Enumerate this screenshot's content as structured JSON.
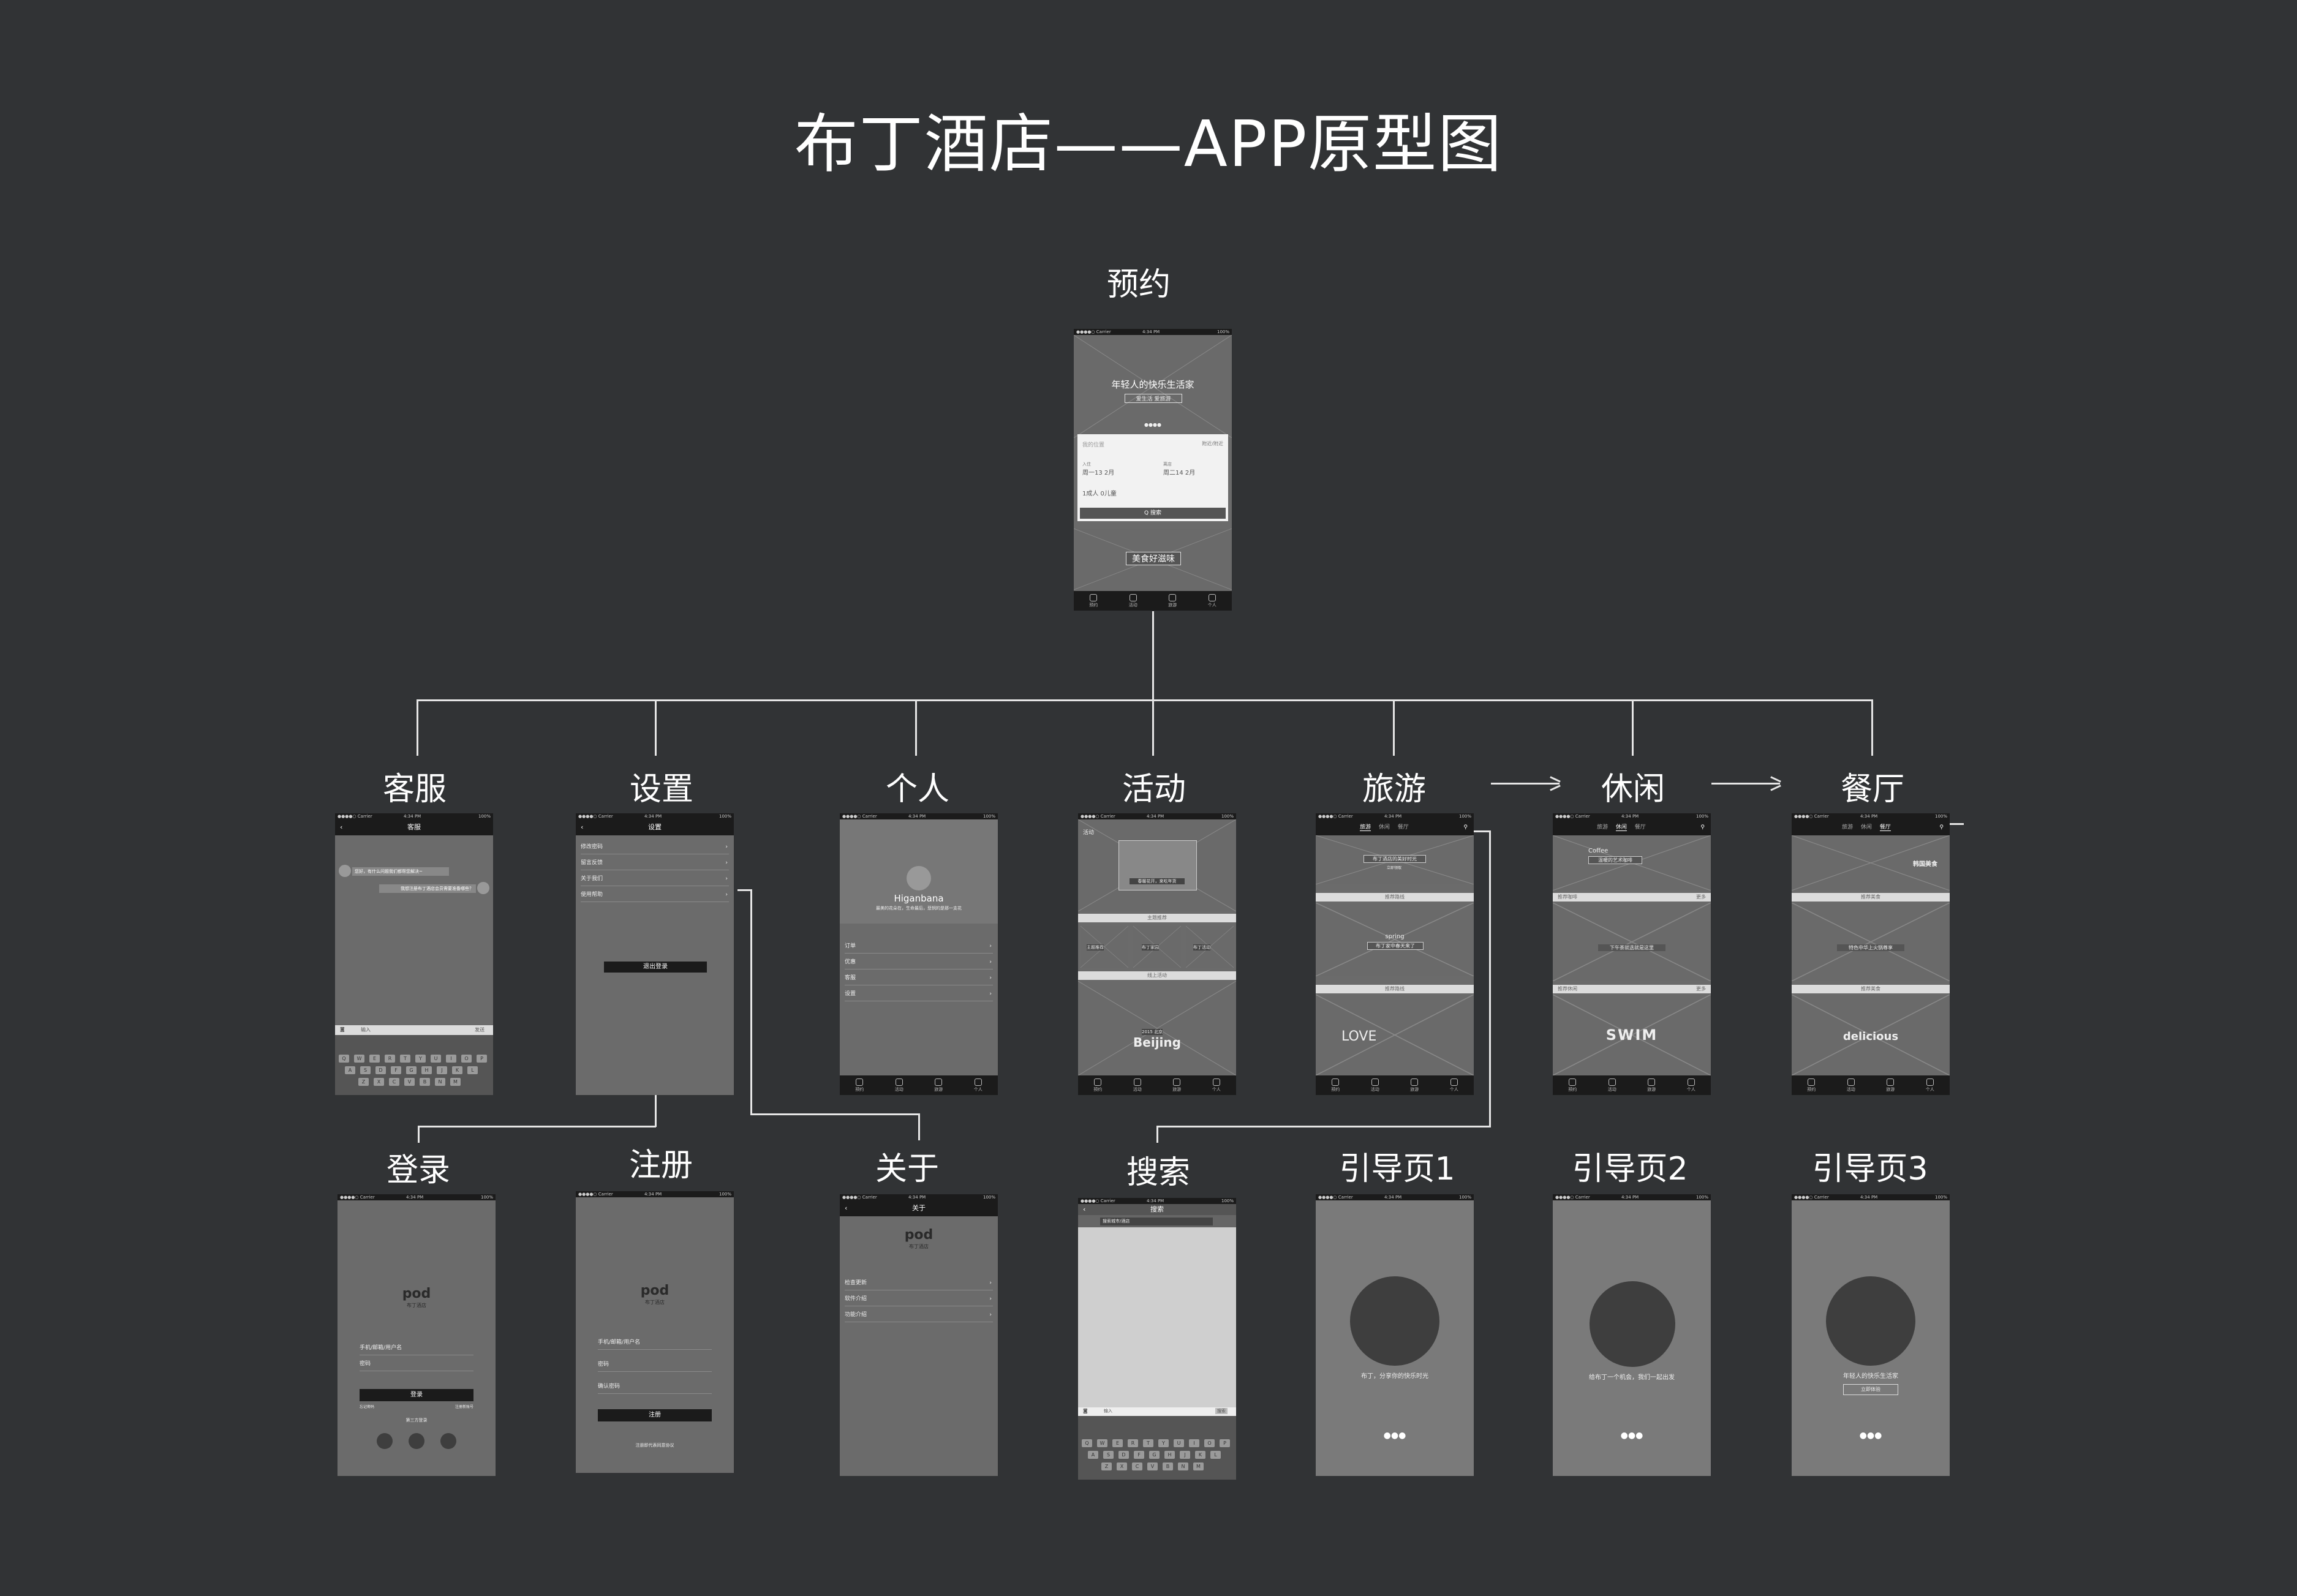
{
  "title": "布丁酒店——APP原型图",
  "labels": {
    "yuyue": "预约",
    "kefu": "客服",
    "shezhi": "设置",
    "geren": "个人",
    "huodong": "活动",
    "lvyou": "旅游",
    "xiuxian": "休闲",
    "canting": "餐厅",
    "denglu": "登录",
    "zhuce": "注册",
    "guanyu": "关于",
    "sousuo": "搜索",
    "yindao1": "引导页1",
    "yindao2": "引导页2",
    "yindao3": "引导页3"
  },
  "status": {
    "carrier": "●●●●○ Carrier",
    "time": "4:34 PM",
    "battery": "100%"
  },
  "tabs": [
    "预约",
    "活动",
    "旅游",
    "个人"
  ],
  "booking": {
    "slogan": "年轻人的快乐生活家",
    "tags": "爱生活  爱旅游",
    "search_ph": "我的位置",
    "near": "附近/附近",
    "checkin_label": "入住",
    "checkin": "周一13 2月",
    "checkout_label": "离店",
    "checkout": "周二14 2月",
    "guests": "1成人 0儿童",
    "search_btn": "Q 搜索",
    "promo": "美食好滋味"
  },
  "kefu": {
    "title": "客服",
    "msg1": "您好，有什么问题我们都帮您解决~",
    "msg2": "我想注册布丁酒店会员需要准备哪些？",
    "input": "输入",
    "send": "发送"
  },
  "settings": {
    "title": "设置",
    "items": [
      "修改密码",
      "留言反馈",
      "关于我们",
      "使用帮助"
    ],
    "logout": "退出登录"
  },
  "profile": {
    "name": "Higanbana",
    "bio": "最美的花朵在，生命最后，悲悯的是那一支花",
    "items": [
      "订单",
      "优惠",
      "客服",
      "设置"
    ]
  },
  "activity": {
    "header": "活动",
    "banner": "春暖花开，来吃年货",
    "section1": "主题推荐",
    "cards": [
      "主题推荐",
      "布丁家园",
      "布丁活动"
    ],
    "section2": "线上活动",
    "city": "Beijing",
    "city_tag": "2015 北京"
  },
  "travel": {
    "tabs": [
      "旅游",
      "休闲",
      "餐厅"
    ],
    "card1": "布丁酒店的美好时光",
    "sub1": "立即领取",
    "band1": "推荐路线",
    "card2_en": "spring",
    "card2": "布丁家中春天来了",
    "band2": "推荐路线",
    "card3": "LOVE"
  },
  "leisure": {
    "tabs": [
      "旅游",
      "休闲",
      "餐厅"
    ],
    "card1_en": "Coffee",
    "card1": "温暖的艺术咖啡",
    "band1": "推荐咖啡",
    "more": "更多",
    "card2": "下午茶就选就是这里",
    "band2": "推荐休闲",
    "card3": "SWIM"
  },
  "restaurant": {
    "tabs": [
      "旅游",
      "休闲",
      "餐厅"
    ],
    "card1": "韩国美食",
    "band1": "推荐美食",
    "card2": "特色中华上火锅尊享",
    "band2": "推荐美食",
    "card3": "delicious"
  },
  "login": {
    "logo": "pod",
    "logo_sub": "布丁酒店",
    "field1": "手机/邮箱/用户名",
    "field2": "密码",
    "btn": "登录",
    "forgot": "忘记密码",
    "register": "注册新账号",
    "third": "第三方登录"
  },
  "register": {
    "logo": "pod",
    "logo_sub": "布丁酒店",
    "field1": "手机/邮箱/用户名",
    "field2": "密码",
    "field3": "确认密码",
    "btn": "注册",
    "agree": "注册即代表同意协议"
  },
  "about": {
    "title": "关于",
    "logo": "pod",
    "logo_sub": "布丁酒店",
    "items": [
      "检查更新",
      "软件介绍",
      "功能介绍"
    ]
  },
  "search": {
    "title": "搜索",
    "ph": "搜索城市/酒店",
    "input": "输入",
    "send": "搜索"
  },
  "guide": {
    "text1": "布丁，分享你的快乐时光",
    "text2": "给布丁一个机会，我们一起出发",
    "text3": "年轻人的快乐生活家",
    "btn3": "立即体验",
    "dots": "●●●"
  },
  "keyboard": {
    "row1": [
      "Q",
      "W",
      "E",
      "R",
      "T",
      "Y",
      "U",
      "I",
      "O",
      "P"
    ],
    "row2": [
      "A",
      "S",
      "D",
      "F",
      "G",
      "H",
      "J",
      "K",
      "L"
    ],
    "row3": [
      "Z",
      "X",
      "C",
      "V",
      "B",
      "N",
      "M"
    ]
  }
}
